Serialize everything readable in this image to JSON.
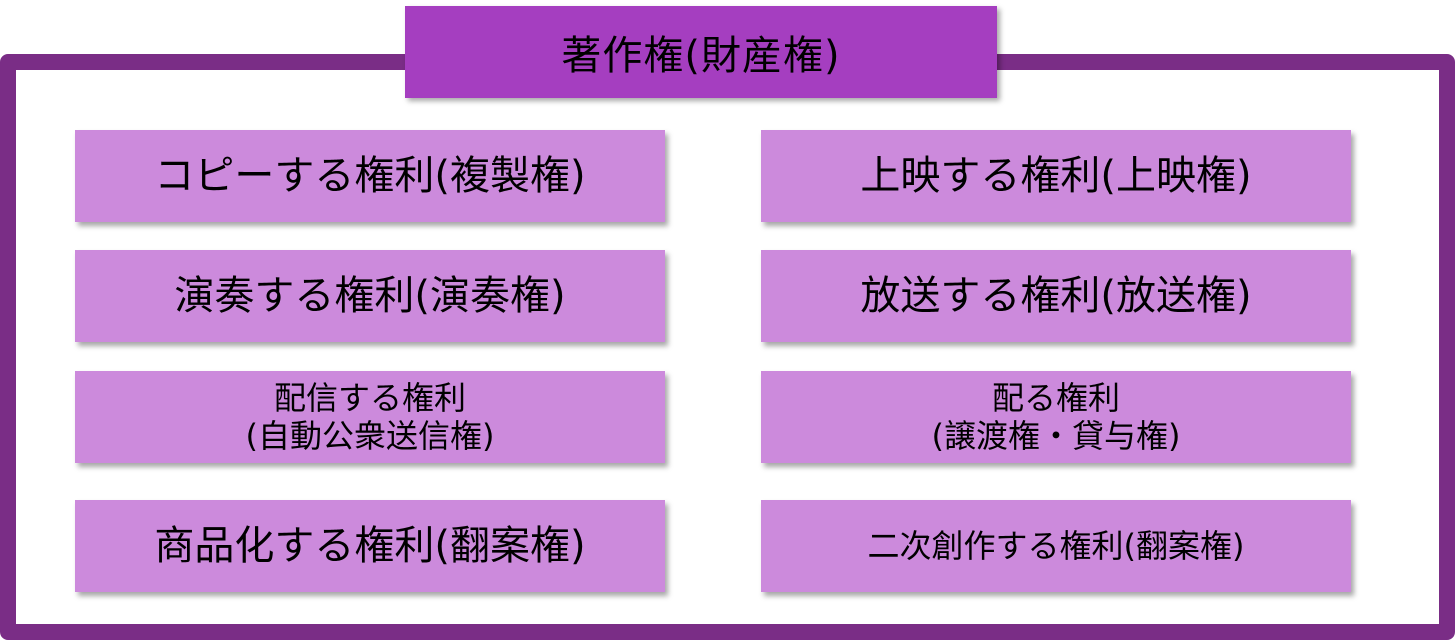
{
  "title": "著作権(財産権)",
  "boxes": {
    "copy": "コピーする権利(複製権)",
    "screening": "上映する権利(上映権)",
    "performance": "演奏する権利(演奏権)",
    "broadcast": "放送する権利(放送権)",
    "distribution_line1": "配信する権利",
    "distribution_line2": "(自動公衆送信権)",
    "transfer_line1": "配る権利",
    "transfer_line2": "(譲渡権・貸与権)",
    "merchandising": "商品化する権利(翻案権)",
    "derivative": "二次創作する権利(翻案権)"
  },
  "colors": {
    "frame": "#7a2d86",
    "title_fill": "#a53ec0",
    "box_fill": "#cc8adc"
  }
}
